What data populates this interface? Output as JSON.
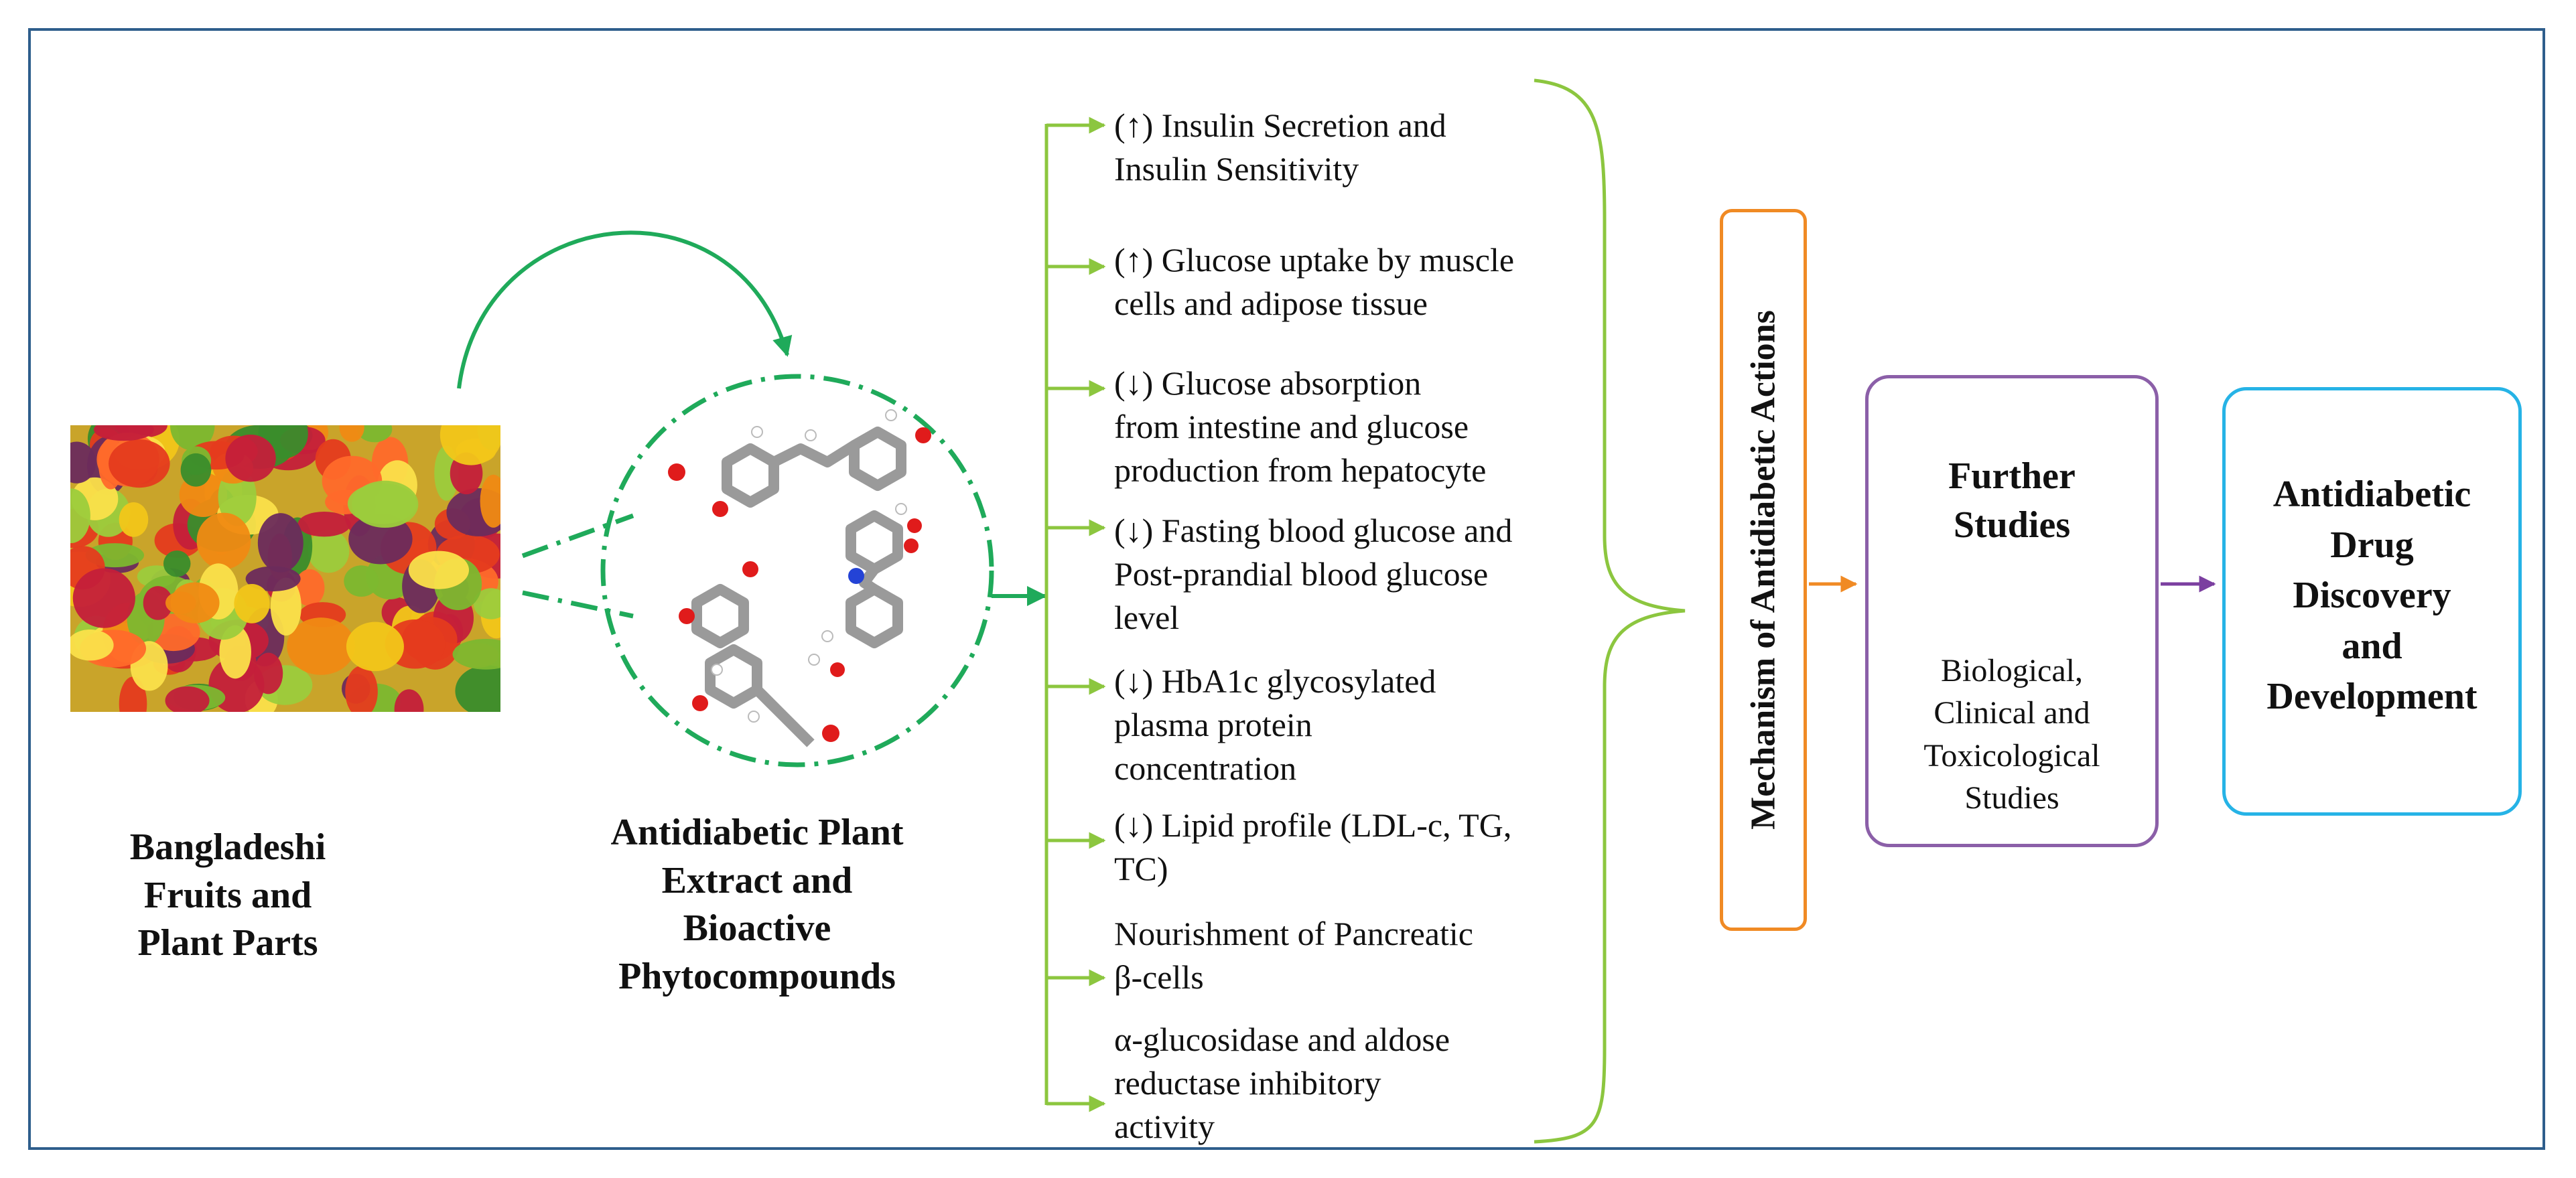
{
  "labels": {
    "fruits_lines": [
      "Bangladeshi",
      "Fruits and",
      "Plant Parts"
    ],
    "extract_lines": [
      "Antidiabetic Plant",
      "Extract and",
      "Bioactive",
      "Phytocompounds"
    ]
  },
  "actions": [
    {
      "lines": [
        "(↑) Insulin Secretion and",
        "Insulin Sensitivity"
      ]
    },
    {
      "lines": [
        "(↑) Glucose uptake by muscle",
        "cells and adipose tissue"
      ]
    },
    {
      "lines": [
        "(↓) Glucose absorption",
        "from intestine and glucose",
        "production from hepatocyte"
      ]
    },
    {
      "lines": [
        "(↓) Fasting blood glucose and",
        "Post-prandial blood glucose",
        "level"
      ]
    },
    {
      "lines": [
        "(↓) HbA1c glycosylated",
        "plasma protein",
        "concentration"
      ]
    },
    {
      "lines": [
        "(↓) Lipid profile (LDL-c, TG,",
        "TC)"
      ]
    },
    {
      "lines": [
        "Nourishment of Pancreatic",
        "β-cells"
      ]
    },
    {
      "lines": [
        "α-glucosidase and aldose",
        "reductase inhibitory",
        "activity"
      ]
    }
  ],
  "mechanism_box": {
    "title": "Mechanism of Antidiabetic Actions"
  },
  "further_box": {
    "title_lines": [
      "Further",
      "Studies"
    ],
    "sub_lines": [
      "Biological,",
      "Clinical and",
      "Toxicological",
      "Studies"
    ]
  },
  "drug_box": {
    "lines": [
      "Antidiabetic",
      "Drug",
      "Discovery",
      "and",
      "Development"
    ]
  },
  "colors": {
    "frame": "#2e5e8c",
    "green_arrow": "#1faa5a",
    "brace": "#8cc63f",
    "mechanism_border": "#f08a24",
    "further_border": "#8b5fa8",
    "drug_border": "#26b3e6",
    "further_arrow": "#7b3fa0"
  },
  "icons": [
    "fruit-photo",
    "molecule-structure",
    "curved-arrow-icon"
  ]
}
